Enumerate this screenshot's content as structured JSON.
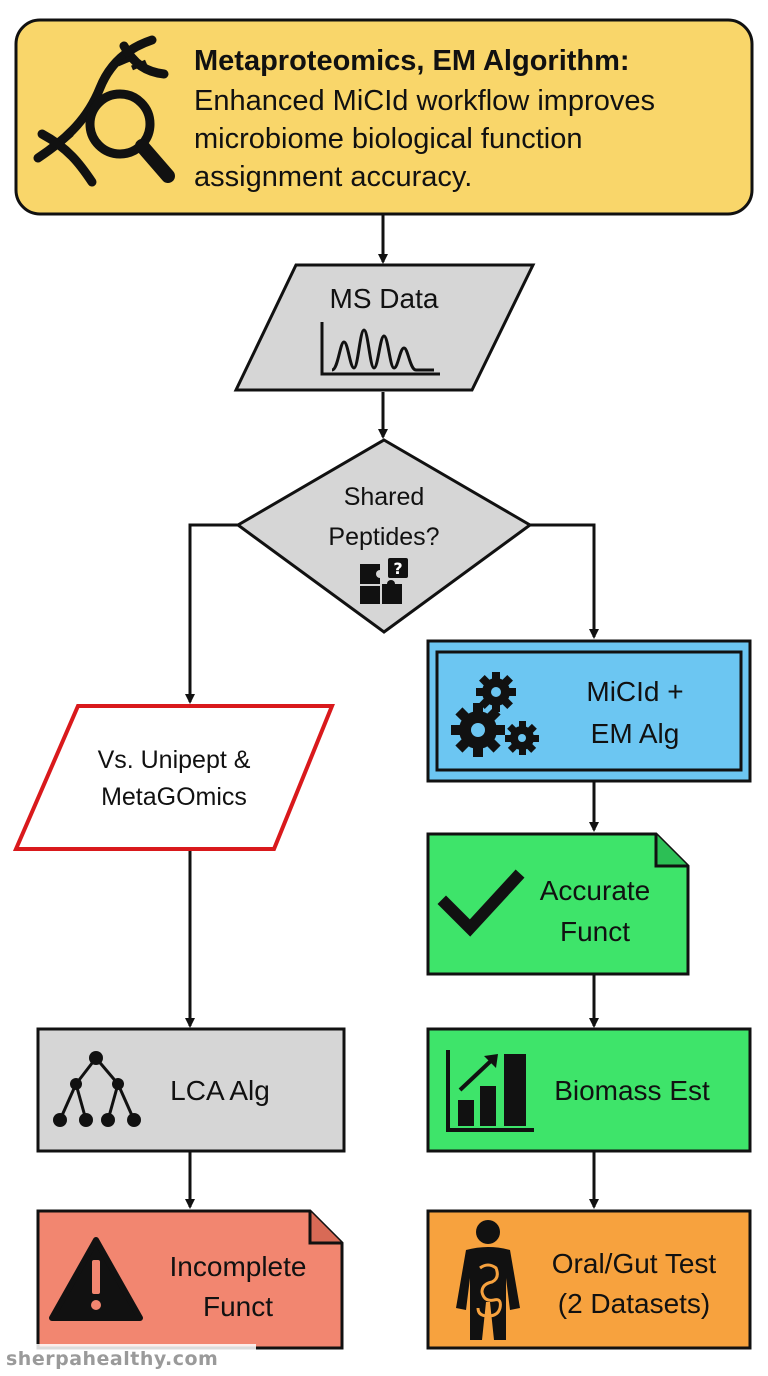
{
  "header": {
    "title": "Metaproteomics, EM Algorithm:",
    "line1": "Enhanced MiCId workflow improves",
    "line2": "microbiome biological function",
    "line3": "assignment accuracy.",
    "icon": "dna-magnifier-icon"
  },
  "nodes": {
    "ms_data": {
      "label": "MS Data",
      "icon": "spectrum-icon"
    },
    "shared_peptides": {
      "line1": "Shared",
      "line2": "Peptides?",
      "icon": "puzzle-question-icon"
    },
    "compare": {
      "line1": "Vs. Unipept &",
      "line2": "MetaGOmics"
    },
    "micid": {
      "line1": "MiCId +",
      "line2": "EM Alg",
      "icon": "gears-icon"
    },
    "accurate": {
      "line1": "Accurate",
      "line2": "Funct",
      "icon": "checkmark-icon"
    },
    "lca": {
      "label": "LCA Alg",
      "icon": "tree-icon"
    },
    "biomass": {
      "label": "Biomass Est",
      "icon": "bar-chart-icon"
    },
    "incomplete": {
      "line1": "Incomplete",
      "line2": "Funct",
      "icon": "warning-icon"
    },
    "oral_gut": {
      "line1": "Oral/Gut Test",
      "line2": "(2 Datasets)",
      "icon": "human-body-icon"
    }
  },
  "colors": {
    "header_fill": "#f9d66a",
    "gray_fill": "#d6d6d6",
    "blue_fill": "#6cc6f2",
    "green_fill": "#3ee46a",
    "red_fill": "#f28670",
    "orange_fill": "#f7a23e",
    "red_stroke": "#d9191c"
  },
  "watermark": "sherpahealthy.com"
}
